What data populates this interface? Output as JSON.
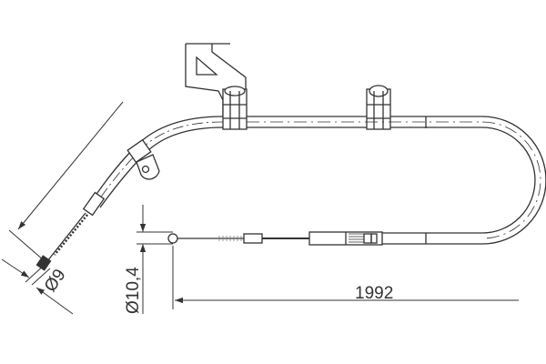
{
  "drawing": {
    "length_dimension": "1992",
    "sleeve_diameter": "Ø10,4",
    "end_diameter": "Ø9",
    "line_color": "#333333"
  }
}
